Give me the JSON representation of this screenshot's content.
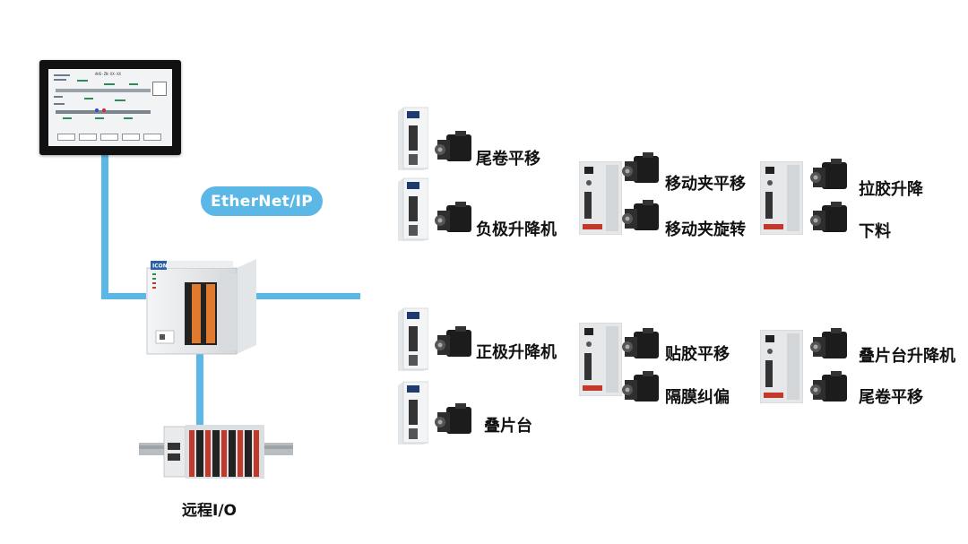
{
  "network": {
    "protocol_label": "EtherNet/IP",
    "line_color": "#5bb8e6"
  },
  "hmi": {
    "screen_title": "AHS-ZN-XX-XX"
  },
  "plc": {
    "brand": "ICON"
  },
  "remote_io": {
    "label": "远程I/O"
  },
  "axes_row1": {
    "single_drive_1": "尾卷平移",
    "single_drive_2": "负极升降机",
    "dual_drive_1": [
      "移动夹平移",
      "移动夹旋转"
    ],
    "dual_drive_2": [
      "拉胶升降",
      "下料"
    ]
  },
  "axes_row2": {
    "single_drive_1": "正极升降机",
    "single_drive_2": "叠片台",
    "dual_drive_1": [
      "贴胶平移",
      "隔膜纠偏"
    ],
    "dual_drive_2": [
      "叠片台升降机",
      "尾卷平移"
    ]
  }
}
